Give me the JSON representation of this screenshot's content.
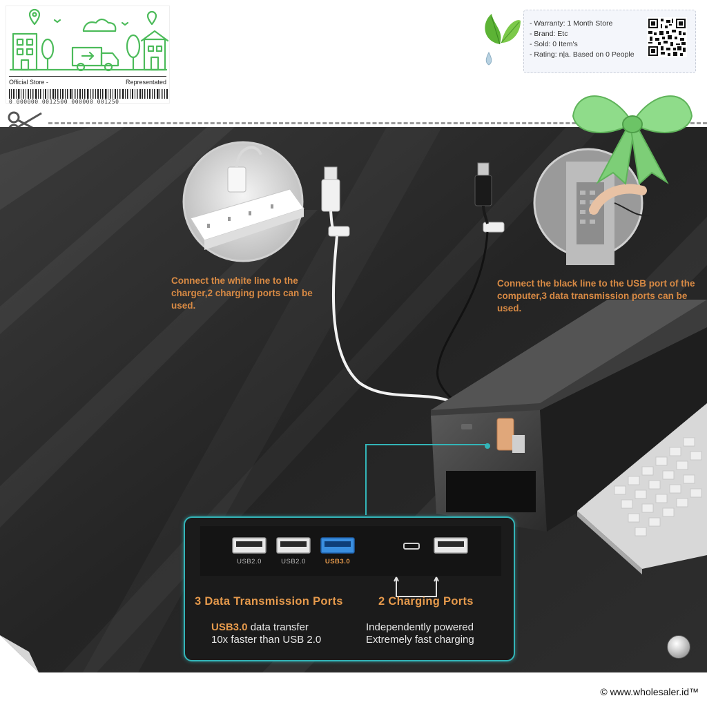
{
  "store_card": {
    "left_label": "Official Store -",
    "right_label": "Representated",
    "barcode_number": "0  000000  0012500  000000  001250",
    "accent_color": "#4cbb5a"
  },
  "info_box": {
    "items": [
      "- Warranty: 1 Month Store",
      "- Brand: Etc",
      "- Sold: 0 Item's",
      "- Rating: n|a. Based on 0 People"
    ]
  },
  "captions": {
    "left": "Connect the white line to the charger,2 charging ports can be used.",
    "right": "Connect the black line to the USB port of the computer,3 data transmission ports can be used."
  },
  "ports": {
    "labels": [
      "USB2.0",
      "USB2.0",
      "USB3.0"
    ],
    "highlight_color": "#e69a4c",
    "usb3_color": "#2a7fd4"
  },
  "headings": {
    "data": "3 Data Transmission Ports",
    "charging": "2 Charging Ports"
  },
  "descriptions": {
    "left_highlight": "USB3.0",
    "left_line1_rest": " data transfer",
    "left_line2": "10x faster than USB 2.0",
    "right_line1": "Independently powered",
    "right_line2": "Extremely fast charging"
  },
  "footer": {
    "copyright": "© www.wholesaler.id™"
  }
}
